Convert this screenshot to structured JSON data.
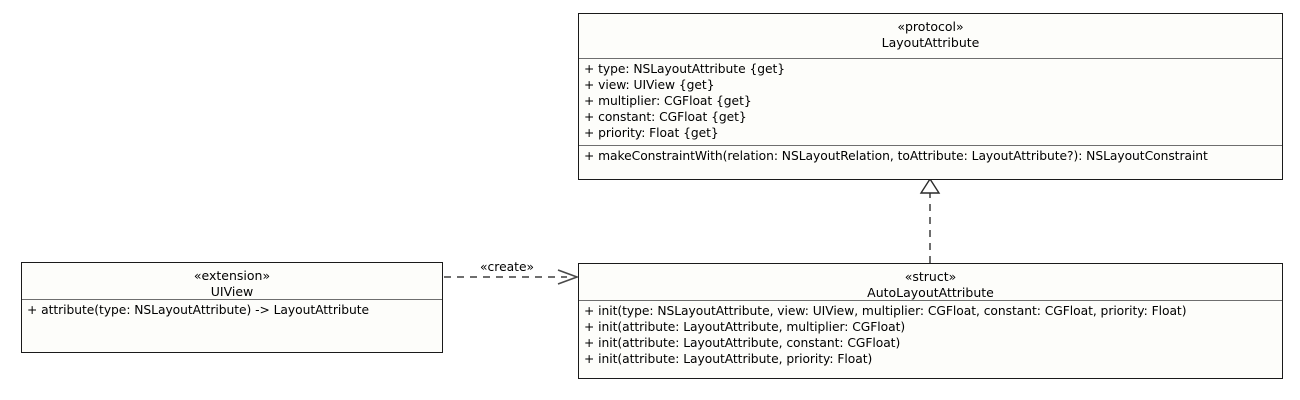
{
  "diagram": {
    "title": "LayoutAttribute UML class diagram",
    "type": "uml-class-diagram",
    "background_color": "#ffffff",
    "box_fill_color": "#fdfdfa",
    "border_color": "#1a1a1a",
    "divider_color": "#6e6e6e",
    "text_color": "#000000"
  },
  "classes": {
    "protocol": {
      "stereotype": "«protocol»",
      "name": "LayoutAttribute",
      "attributes": [
        "+ type: NSLayoutAttribute {get}",
        "+ view: UIView {get}",
        "+ multiplier: CGFloat {get}",
        "+ constant: CGFloat {get}",
        "+ priority: Float {get}"
      ],
      "operations": [
        "+ makeConstraintWith(relation: NSLayoutRelation, toAttribute: LayoutAttribute?): NSLayoutConstraint"
      ]
    },
    "uiview": {
      "stereotype": "«extension»",
      "name": "UIView",
      "operations": [
        "+ attribute(type: NSLayoutAttribute) -> LayoutAttribute"
      ]
    },
    "struct": {
      "stereotype": "«struct»",
      "name": "AutoLayoutAttribute",
      "operations": [
        "+ init(type: NSLayoutAttribute, view: UIView, multiplier: CGFloat, constant: CGFloat, priority: Float)",
        "+ init(attribute: LayoutAttribute, multiplier: CGFloat)",
        "+ init(attribute: LayoutAttribute, constant: CGFloat)",
        "+ init(attribute: LayoutAttribute, priority: Float)"
      ]
    }
  },
  "relationships": {
    "dependency": {
      "label": "«create»",
      "from": "UIView",
      "to": "AutoLayoutAttribute",
      "style": "dashed-open-arrow"
    },
    "realization": {
      "label": "",
      "from": "AutoLayoutAttribute",
      "to": "LayoutAttribute",
      "style": "dashed-hollow-triangle"
    }
  }
}
